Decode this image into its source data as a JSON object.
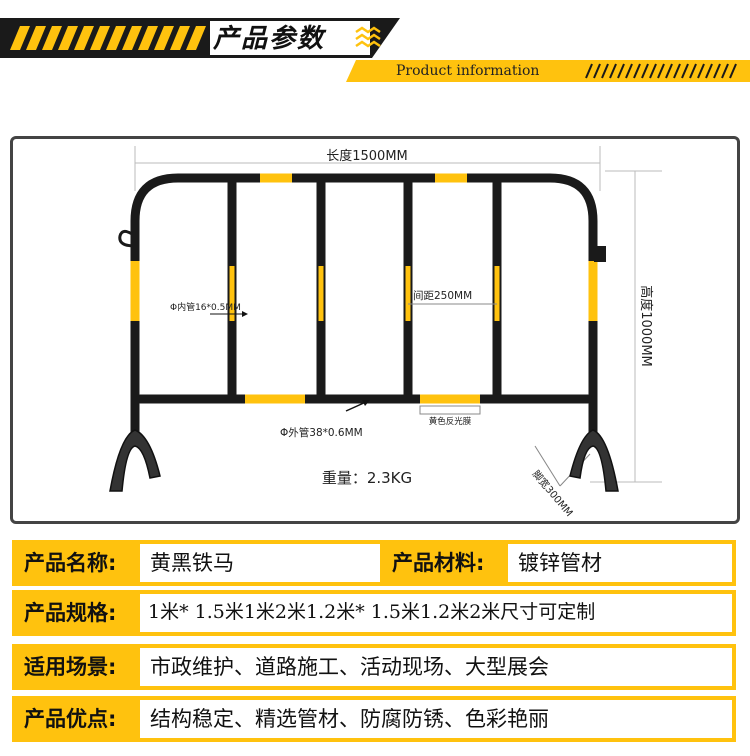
{
  "header": {
    "title": "产品参数",
    "subtitle": "Product information"
  },
  "diagram": {
    "length": "长度1500MM",
    "height": "高度1000MM",
    "inner_pipe": "Φ内管16*0.5MM",
    "spacing": "间距250MM",
    "outer_pipe": "Φ外管38*0.6MM",
    "reflective_film": "黄色反光膜",
    "foot_width": "脚宽300MM",
    "weight": "重量：2.3KG"
  },
  "specs": {
    "name_label": "产品名称:",
    "name_value": "黄黑铁马",
    "material_label": "产品材料:",
    "material_value": "镀锌管材",
    "size_label": "产品规格:",
    "size_value": "1米* 1.5米1米2米1.2米* 1.5米1.2米2米尺寸可定制",
    "scene_label": "适用场景:",
    "scene_value": "市政维护、道路施工、活动现场、大型展会",
    "advantage_label": "产品优点:",
    "advantage_value": "结构稳定、精选管材、防腐防锈、色彩艳丽"
  },
  "colors": {
    "accent": "#ffc20e",
    "dark": "#1a1a1a"
  }
}
